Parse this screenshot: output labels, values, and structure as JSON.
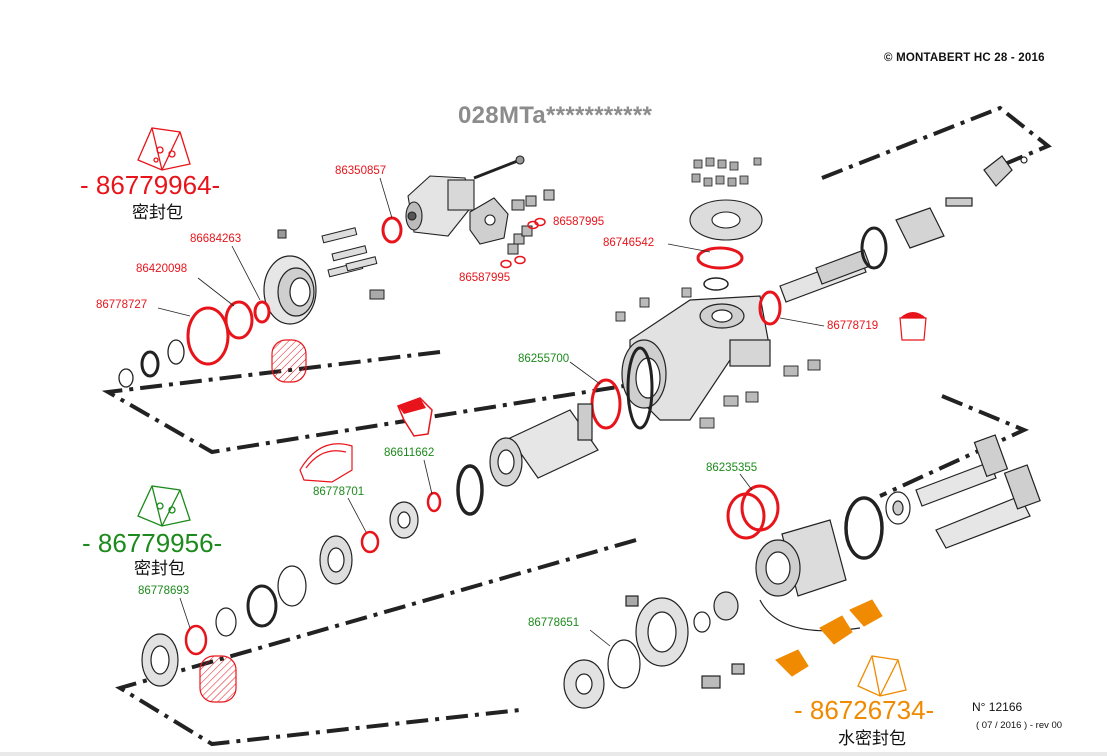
{
  "header": {
    "copyright": "© MONTABERT HC 28 -  2016",
    "model_code": "028MTa***********"
  },
  "kits": [
    {
      "number": "- 86779964-",
      "label": "密封包",
      "color": "#e8141b"
    },
    {
      "number": "- 86779956-",
      "label": "密封包",
      "color": "#1c8a1c"
    },
    {
      "number": "- 86726734-",
      "label": "水密封包",
      "color": "#f08a00"
    }
  ],
  "part_numbers": {
    "p86350857": "86350857",
    "p86684263": "86684263",
    "p86420098": "86420098",
    "p86778727": "86778727",
    "p86587995a": "86587995",
    "p86587995b": "86587995",
    "p86746542": "86746542",
    "p86778719": "86778719",
    "p86255700": "86255700",
    "p86611662": "86611662",
    "p86778701": "86778701",
    "p86235355": "86235355",
    "p86778693": "86778693",
    "p86778651": "86778651"
  },
  "footer": {
    "doc_number": "N° 12166",
    "revision": "( 07 / 2016 )  -   rev 00"
  },
  "colors": {
    "seal_red": "#e8141b",
    "seal_green": "#1c8a1c",
    "seal_orange": "#f08a00",
    "line_dark": "#222222",
    "title_gray": "#8c8c8c"
  }
}
